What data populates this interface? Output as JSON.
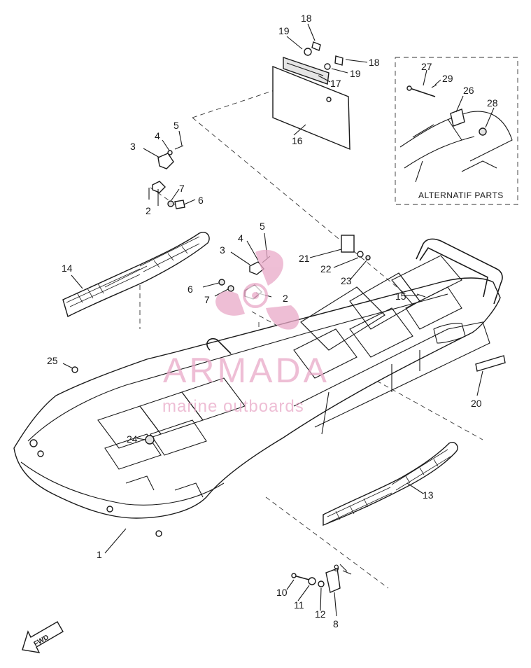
{
  "diagram": {
    "callouts": [
      "1",
      "2",
      "3",
      "4",
      "5",
      "6",
      "7",
      "8",
      "9",
      "10",
      "11",
      "12",
      "13",
      "14",
      "15",
      "16",
      "17",
      "18",
      "19",
      "20",
      "21",
      "22",
      "23",
      "24",
      "25",
      "26",
      "27",
      "28",
      "29"
    ],
    "alternate_box_label": "ALTERNATIF PARTS",
    "fwd_label": "FWD",
    "watermark": {
      "name": "ARMADA",
      "tagline": "marine outboards",
      "color": "#e9a9c8"
    }
  }
}
